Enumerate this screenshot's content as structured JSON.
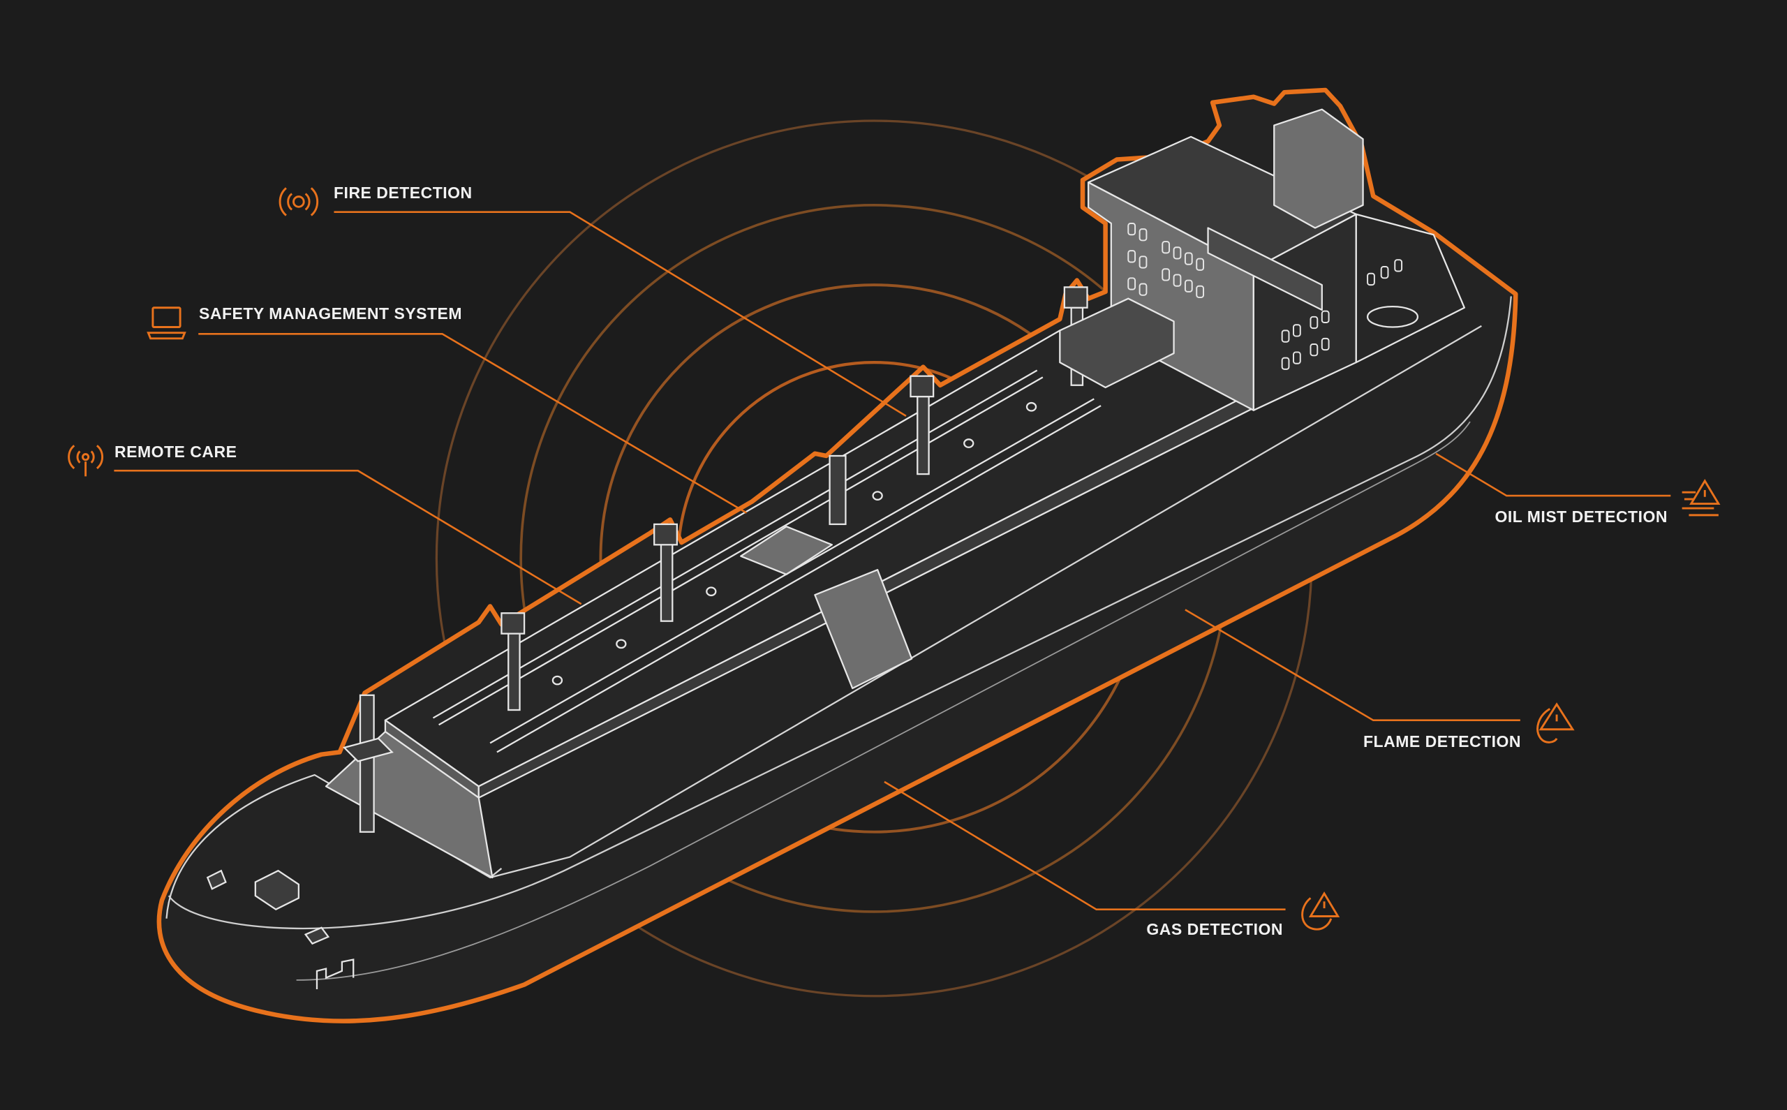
{
  "colors": {
    "background": "#1c1c1c",
    "accent": "#e8721c",
    "line_art": "#e6e6e6",
    "hull_fill": "#242424",
    "shade_fill": "#6e6e6e",
    "label_text": "#f2f2f2"
  },
  "callouts": {
    "fire_detection": {
      "label": "FIRE DETECTION",
      "icon": "broadcast-alarm-icon"
    },
    "safety_management": {
      "label": "SAFETY MANAGEMENT SYSTEM",
      "icon": "laptop-icon"
    },
    "remote_care": {
      "label": "REMOTE CARE",
      "icon": "antenna-icon"
    },
    "oil_mist": {
      "label": "OIL MIST DETECTION",
      "icon": "mist-warning-icon"
    },
    "flame": {
      "label": "FLAME DETECTION",
      "icon": "flame-warning-icon"
    },
    "gas": {
      "label": "GAS DETECTION",
      "icon": "gas-warning-icon"
    }
  }
}
